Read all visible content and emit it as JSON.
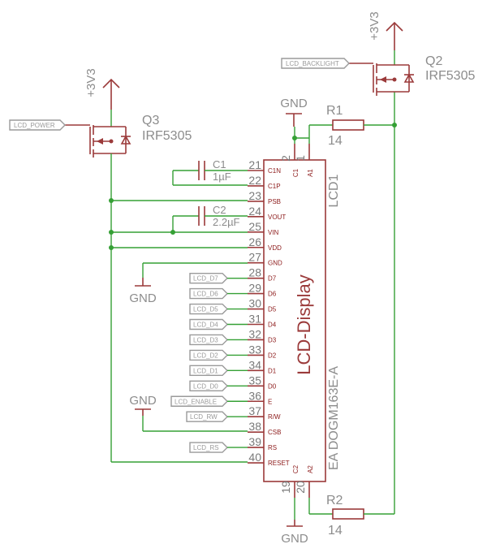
{
  "components": {
    "lcd": {
      "ref": "LCD1",
      "value": "EA DOGM163E-A",
      "body_label": "LCD-Display"
    },
    "q2": {
      "ref": "Q2",
      "value": "IRF5305"
    },
    "q3": {
      "ref": "Q3",
      "value": "IRF5305"
    },
    "r1": {
      "ref": "R1",
      "value": "14"
    },
    "r2": {
      "ref": "R2",
      "value": "14"
    },
    "c1": {
      "ref": "C1",
      "value": "1µF"
    },
    "c2": {
      "ref": "C2",
      "value": "2.2µF"
    }
  },
  "power": {
    "v33": "+3V3",
    "gnd": "GND"
  },
  "net_labels": {
    "lcd_power": "LCD_POWER",
    "lcd_backlight": "LCD_BACKLIGHT",
    "lcd_d7": "LCD_D7",
    "lcd_d6": "LCD_D6",
    "lcd_d5": "LCD_D5",
    "lcd_d4": "LCD_D4",
    "lcd_d3": "LCD_D3",
    "lcd_d2": "LCD_D2",
    "lcd_d1": "LCD_D1",
    "lcd_d0": "LCD_D0",
    "lcd_enable": "LCD_ENABLE",
    "lcd_rw": "LCD_RW",
    "lcd_rs": "LCD_RS"
  },
  "lcd_pins": [
    {
      "num": "21",
      "name": "C1N"
    },
    {
      "num": "22",
      "name": "C1P"
    },
    {
      "num": "23",
      "name": "PSB"
    },
    {
      "num": "24",
      "name": "VOUT"
    },
    {
      "num": "25",
      "name": "VIN"
    },
    {
      "num": "26",
      "name": "VDD"
    },
    {
      "num": "27",
      "name": "GND"
    },
    {
      "num": "28",
      "name": "D7"
    },
    {
      "num": "29",
      "name": "D6"
    },
    {
      "num": "30",
      "name": "D5"
    },
    {
      "num": "31",
      "name": "D4"
    },
    {
      "num": "32",
      "name": "D3"
    },
    {
      "num": "33",
      "name": "D2"
    },
    {
      "num": "34",
      "name": "D1"
    },
    {
      "num": "35",
      "name": "D0"
    },
    {
      "num": "36",
      "name": "E"
    },
    {
      "num": "37",
      "name": "R/W"
    },
    {
      "num": "38",
      "name": "CSB"
    },
    {
      "num": "39",
      "name": "RS"
    },
    {
      "num": "40",
      "name": "RESET"
    }
  ],
  "top_pins": [
    {
      "num": "2",
      "name": "C1"
    },
    {
      "num": "1",
      "name": "A1"
    }
  ],
  "bottom_pins": [
    {
      "num": "19",
      "name": "C2"
    },
    {
      "num": "20",
      "name": "A2"
    }
  ]
}
